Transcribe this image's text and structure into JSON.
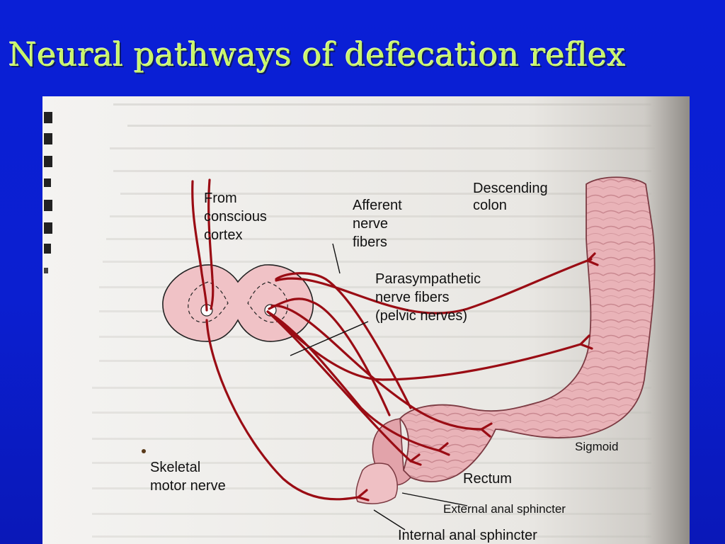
{
  "slide": {
    "title": "Neural pathways of defecation reflex"
  },
  "figure": {
    "labels": {
      "conscious_cortex": [
        "From",
        "conscious",
        "cortex"
      ],
      "afferent": [
        "Afferent",
        "nerve",
        "fibers"
      ],
      "descending_colon": [
        "Descending",
        "colon"
      ],
      "parasympathetic": [
        "Parasympathetic",
        "nerve fibers",
        "(pelvic nerves)"
      ],
      "sigmoid": "Sigmoid",
      "skeletal_motor": [
        "Skeletal",
        "motor nerve"
      ],
      "rectum": "Rectum",
      "external_sphincter": "External anal sphincter",
      "internal_sphincter": "Internal anal sphincter"
    }
  },
  "colors": {
    "slide_background": "#0a1fd6",
    "title_text": "#c8f56a",
    "nerve_line": "#9a0c14",
    "tissue_fill": "#e8b0b4",
    "page_paper": "#ecebe7"
  }
}
